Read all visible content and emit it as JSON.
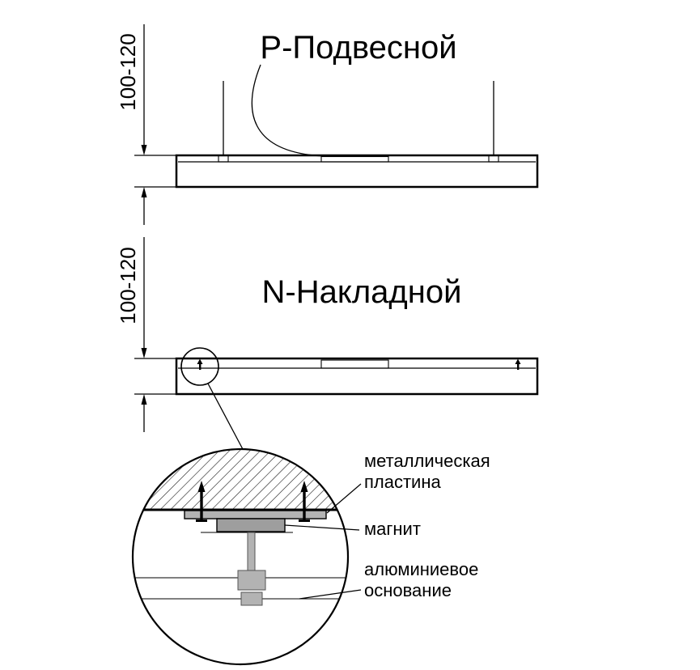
{
  "pendant": {
    "title": "Р-Подвесной",
    "dimension": "100-120"
  },
  "surface": {
    "title": "N-Накладной",
    "dimension": "100-120"
  },
  "detail": {
    "labels": {
      "metal_plate": [
        "металлическая",
        "пластина"
      ],
      "magnet": "магнит",
      "aluminum_base": [
        "алюминиевое",
        "основание"
      ]
    }
  },
  "colors": {
    "line": "#000000",
    "metal_fill": "#b3b3b3",
    "magnet_fill": "#9e9e9e",
    "background": "#ffffff"
  }
}
